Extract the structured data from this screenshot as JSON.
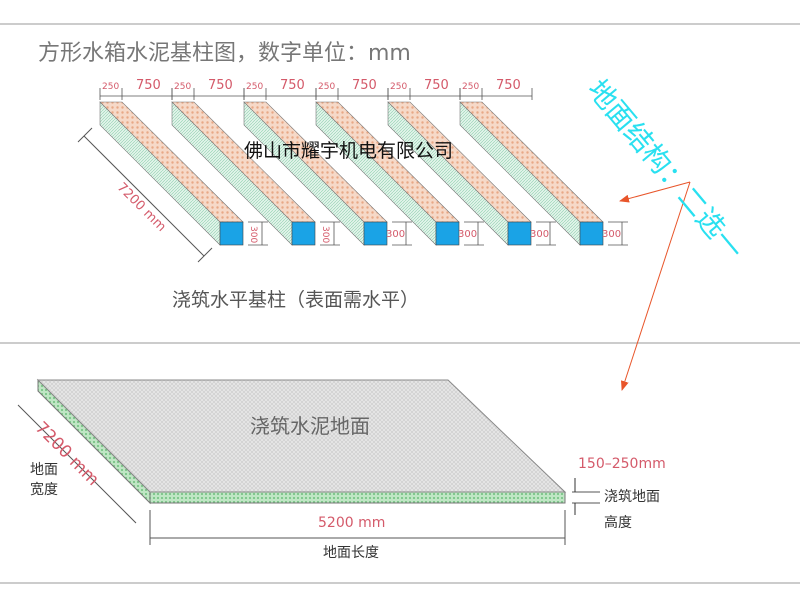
{
  "title": "方形水箱水泥基柱图，数字单位：mm",
  "company": "佛山市耀宇机电有限公司",
  "pillar_dims": {
    "gap": "250",
    "pillar": "750",
    "length": "7200 mm",
    "height": "300"
  },
  "pillar_caption": "浇筑水平基柱（表面需水平）",
  "option_note": "地面结构：二选一",
  "slab": {
    "label": "浇筑水泥地面",
    "width_dim": "7200 mm",
    "width_label": "地面宽度",
    "length_dim": "5200 mm",
    "length_label": "地面长度",
    "height_dim": "150–250mm",
    "height_label": "浇筑地面高度"
  },
  "colors": {
    "top": "#f3c9b3",
    "side": "#cfeee0",
    "front": "#1aa3e6",
    "dim": "#d45a6a",
    "arrow": "#e8552a",
    "note": "#29e0f0"
  }
}
